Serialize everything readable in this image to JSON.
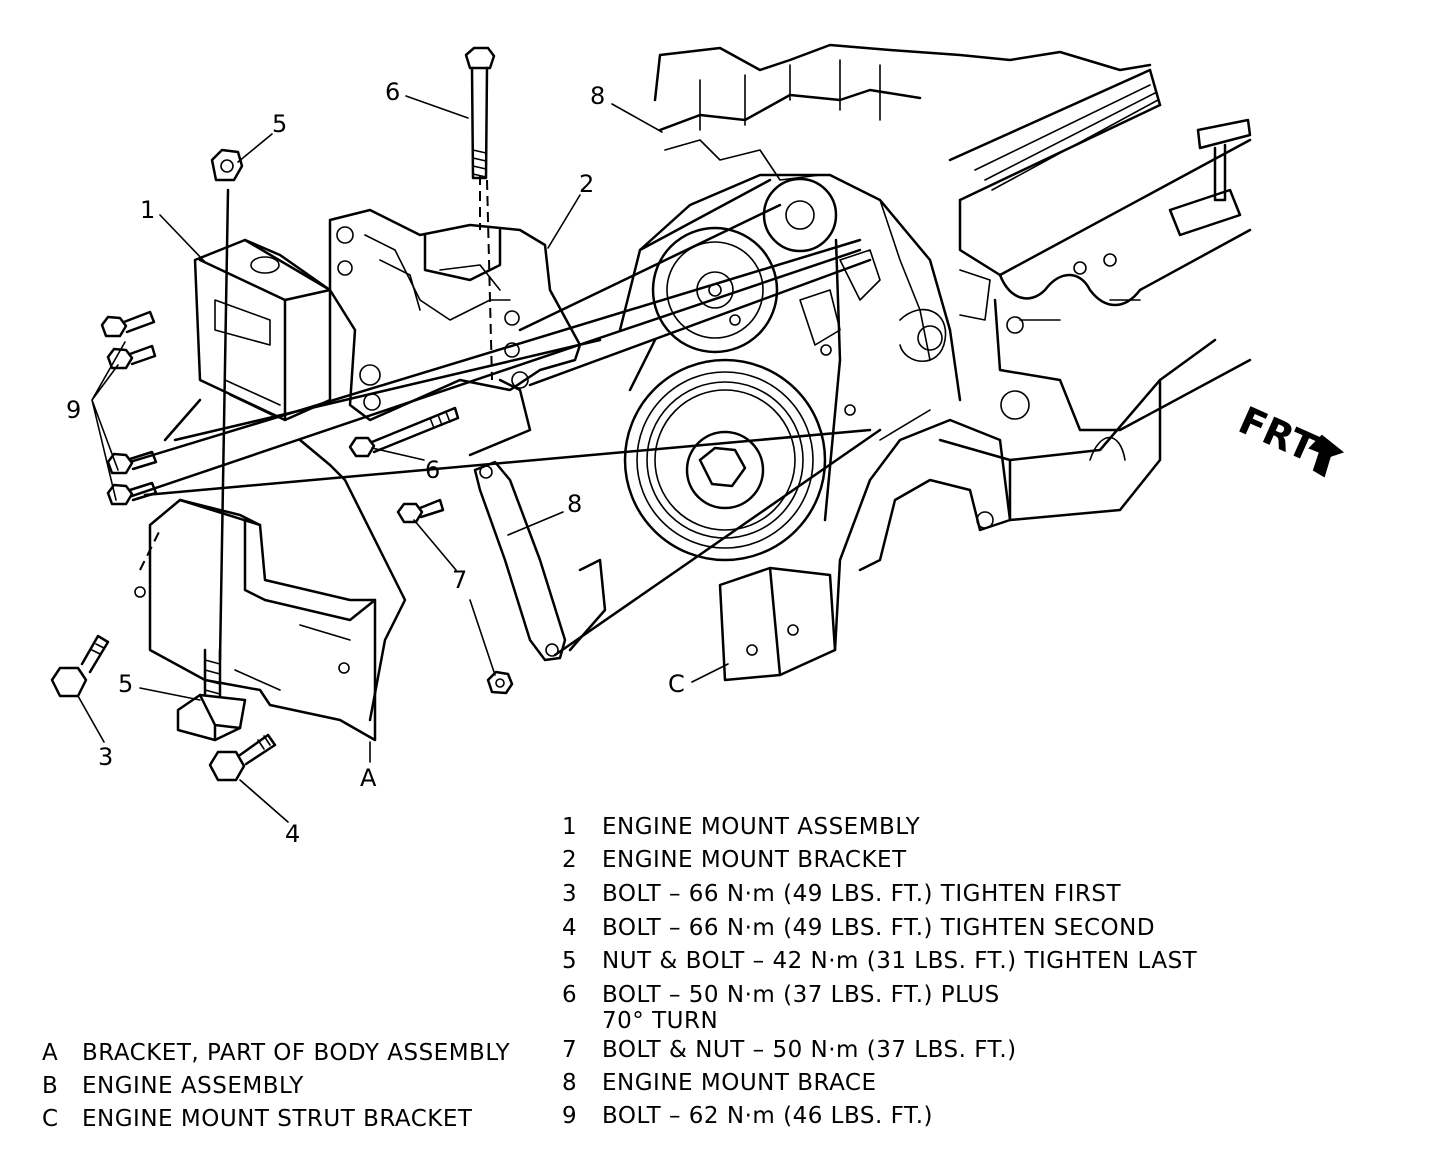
{
  "diagram": {
    "callouts": {
      "c1": "1",
      "c2": "2",
      "c3": "3",
      "c4": "4",
      "c5_top": "5",
      "c5_bottom": "5",
      "c6_top": "6",
      "c6_mid": "6",
      "c7": "7",
      "c8_top": "8",
      "c8_mid": "8",
      "c9": "9",
      "cA": "A",
      "cC": "C"
    },
    "front_marker": "FRT"
  },
  "legend_numbered": [
    {
      "key": "1",
      "text": "ENGINE MOUNT ASSEMBLY"
    },
    {
      "key": "2",
      "text": "ENGINE MOUNT BRACKET"
    },
    {
      "key": "3",
      "text": "BOLT – 66 N·m (49 LBS. FT.) TIGHTEN FIRST"
    },
    {
      "key": "4",
      "text": "BOLT – 66 N·m (49 LBS. FT.) TIGHTEN SECOND"
    },
    {
      "key": "5",
      "text": "NUT & BOLT – 42 N·m (31 LBS. FT.) TIGHTEN LAST"
    },
    {
      "key": "6",
      "text": "BOLT – 50 N·m (37 LBS. FT.) PLUS",
      "text2": "70° TURN"
    },
    {
      "key": "7",
      "text": "BOLT & NUT – 50 N·m (37 LBS. FT.)"
    },
    {
      "key": "8",
      "text": "ENGINE MOUNT BRACE"
    },
    {
      "key": "9",
      "text": "BOLT – 62 N·m (46 LBS. FT.)"
    }
  ],
  "legend_lettered": [
    {
      "key": "A",
      "text": "BRACKET, PART OF BODY ASSEMBLY"
    },
    {
      "key": "B",
      "text": "ENGINE ASSEMBLY"
    },
    {
      "key": "C",
      "text": "ENGINE MOUNT STRUT BRACKET"
    }
  ]
}
